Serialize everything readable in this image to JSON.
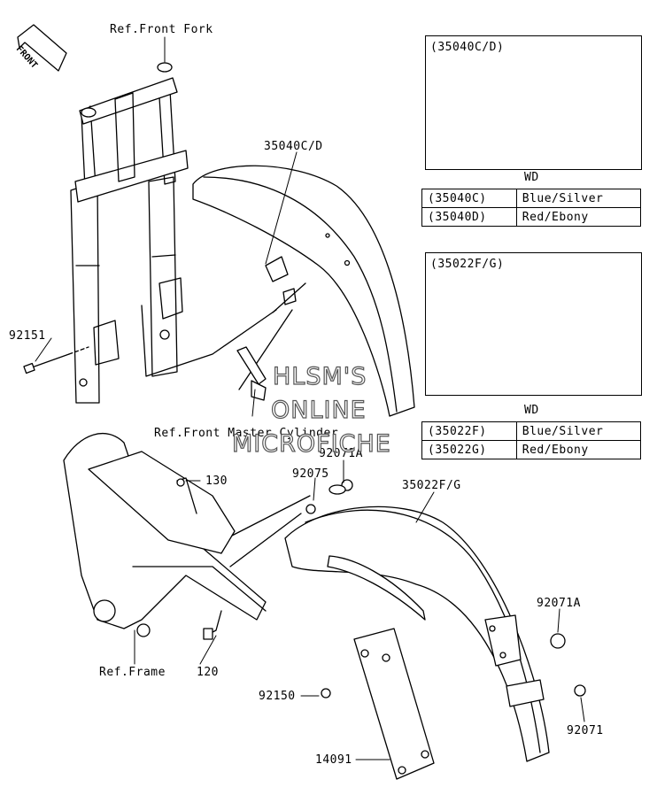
{
  "arrow_label": "FRONT",
  "labels": {
    "ref_front_fork": "Ref.Front Fork",
    "p35040cd": "35040C/D",
    "p92151": "92151",
    "ref_front_master_cylinder": "Ref.Front Master Cylinder",
    "p92071a_top": "92071A",
    "p92075": "92075",
    "p35022fg": "35022F/G",
    "p130": "130",
    "p92071a_right": "92071A",
    "p120": "120",
    "ref_frame": "Ref.Frame",
    "p92150": "92150",
    "p92071": "92071",
    "p14091": "14091"
  },
  "insets": [
    {
      "title": "(35040C/D)",
      "wd_label": "WD",
      "rows": [
        {
          "code": "(35040C)",
          "color": "Blue/Silver"
        },
        {
          "code": "(35040D)",
          "color": "Red/Ebony"
        }
      ]
    },
    {
      "title": "(35022F/G)",
      "wd_label": "WD",
      "rows": [
        {
          "code": "(35022F)",
          "color": "Blue/Silver"
        },
        {
          "code": "(35022G)",
          "color": "Red/Ebony"
        }
      ]
    }
  ],
  "watermark": {
    "line1": "HLSM'S",
    "line2": "ONLINE",
    "line3": "MICROFICHE"
  },
  "colors": {
    "ink": "#000000",
    "background": "#ffffff",
    "watermark_outline": "#555555"
  }
}
